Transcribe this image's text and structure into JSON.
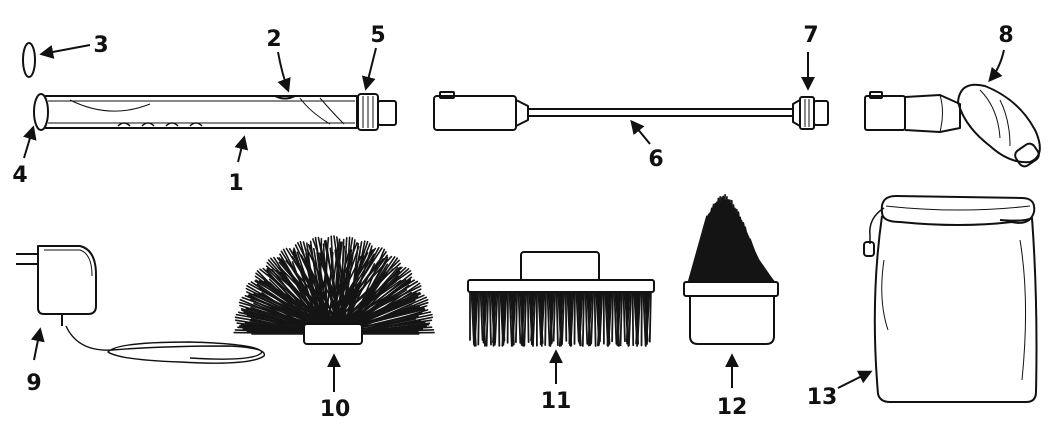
{
  "labels": {
    "l1": "1",
    "l2": "2",
    "l3": "3",
    "l4": "4",
    "l5": "5",
    "l6": "6",
    "l7": "7",
    "l8": "8",
    "l9": "9",
    "l10": "10",
    "l11": "11",
    "l12": "12",
    "l13": "13"
  },
  "colors": {
    "ink": "#111111",
    "bristle": "#151515",
    "paper": "#ffffff"
  }
}
